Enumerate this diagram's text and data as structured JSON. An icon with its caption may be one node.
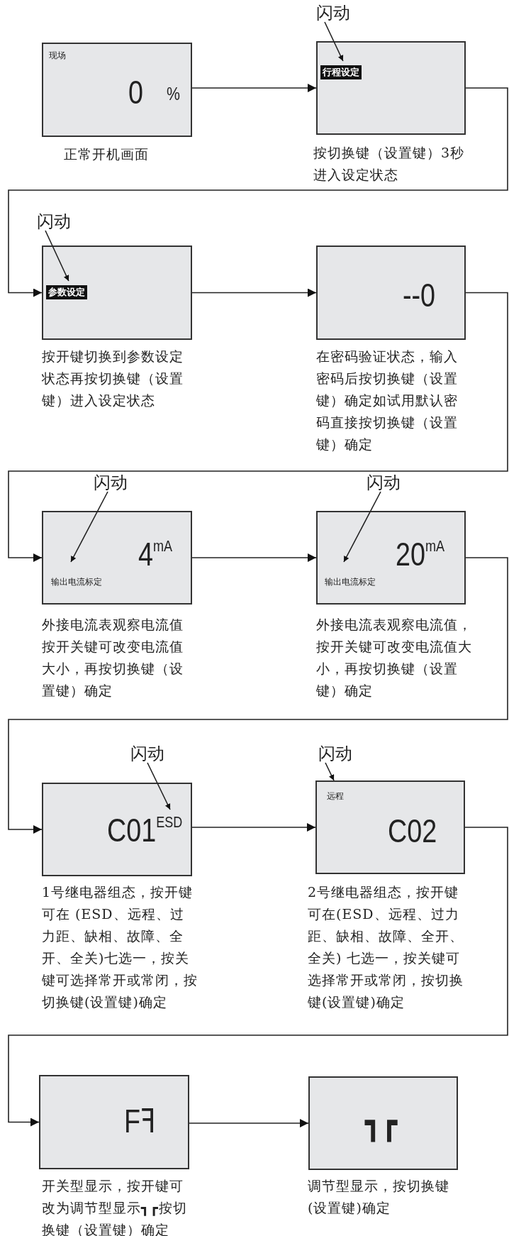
{
  "diagram": {
    "nodes": [
      {
        "text": [
          "现场",
          "0",
          "%"
        ],
        "beside": [
          "正常开机画面"
        ]
      },
      {
        "text": [
          "闪动"
        ]
      },
      {
        "text": [],
        "shape": "box",
        "beside": [
          "按切换键（设置键）3秒进入设定状态"
        ]
      },
      {
        "text": [
          "行程设定"
        ],
        "in": 2
      },
      {
        "text": [
          "闪动"
        ]
      },
      {
        "text": [],
        "shape": "box",
        "beside": [
          "按开键切换到参数设定状态再按切换键（设置键）进入设定状态"
        ]
      },
      {
        "text": [
          "参数设定"
        ],
        "in": 5
      },
      {
        "text": [
          "--0"
        ],
        "beside": [
          "在密码验证状态，输入密码后按切换键（设置键）确定如试用默认密码直接按切换键（设置键）确定"
        ]
      },
      {
        "text": [
          "闪动"
        ]
      },
      {
        "text": [
          "4$^{mA}$",
          "输出电流标定"
        ],
        "beside": [
          "外接电流表观察电流值按开关键可改变电流值大小，再按切换键（设置键）确定"
        ]
      },
      {
        "text": [
          "闪动"
        ]
      },
      {
        "text": [
          "20$^{mA}$",
          "输出电流标定"
        ],
        "beside": [
          "外接电流表观察电流值，按开关键可改变电流值大小，再按切换键（设置键）确定"
        ]
      },
      {
        "text": [
          "闪动"
        ]
      },
      {
        "text": [
          "C01$^{ESD}$"
        ],
        "beside": [
          "1号继电器组态，按开键可在 (ESD、远程、过力距、缺相、故障、全开、全关)七选一，按关键可选择常开或常闭，按切换键(设置键)确定"
        ]
      },
      {
        "text": [
          "闪动"
        ]
      },
      {
        "text": [
          "远程",
          "C02"
        ],
        "beside": [
          "2号继电器组态，按开键可在(ESD、远程、过力距、缺相、故障、全开、全关) 七选一，按关键可选择常开或常闭，按切换键(设置键)确定"
        ]
      },
      {
        "text": [
          "Fꟻ"
        ],
        "beside": [
          "开关型显示，按开键可改为调节型显示┓┏按切换键（设置键）确定"
        ]
      },
      {
        "text": [
          "┓┏"
        ],
        "beside": [
          "调节型显示，按切换键(设置键)确定"
        ]
      }
    ],
    "edges": [
      {
        "from": 0,
        "to": 2,
        "arrow": "to"
      },
      {
        "from": 2,
        "to": 5,
        "arrow": "to"
      },
      {
        "from": 5,
        "to": 7,
        "arrow": "to"
      },
      {
        "from": 7,
        "to": 9,
        "arrow": "to"
      },
      {
        "from": 9,
        "to": 11,
        "arrow": "to"
      },
      {
        "from": 11,
        "to": 13,
        "arrow": "to"
      },
      {
        "from": 13,
        "to": 15,
        "arrow": "to"
      },
      {
        "from": 15,
        "to": 16,
        "arrow": "to"
      },
      {
        "from": 16,
        "to": 17,
        "arrow": "to"
      },
      {
        "from": 1,
        "to": 3,
        "arrow": "to"
      },
      {
        "from": 4,
        "to": 6,
        "arrow": "to"
      },
      {
        "from": 8,
        "to": 9,
        "arrow": "to"
      },
      {
        "from": 10,
        "to": 11,
        "arrow": "to"
      },
      {
        "from": 12,
        "to": 13,
        "arrow": "to"
      },
      {
        "from": 14,
        "to": 15,
        "arrow": "to"
      }
    ]
  }
}
